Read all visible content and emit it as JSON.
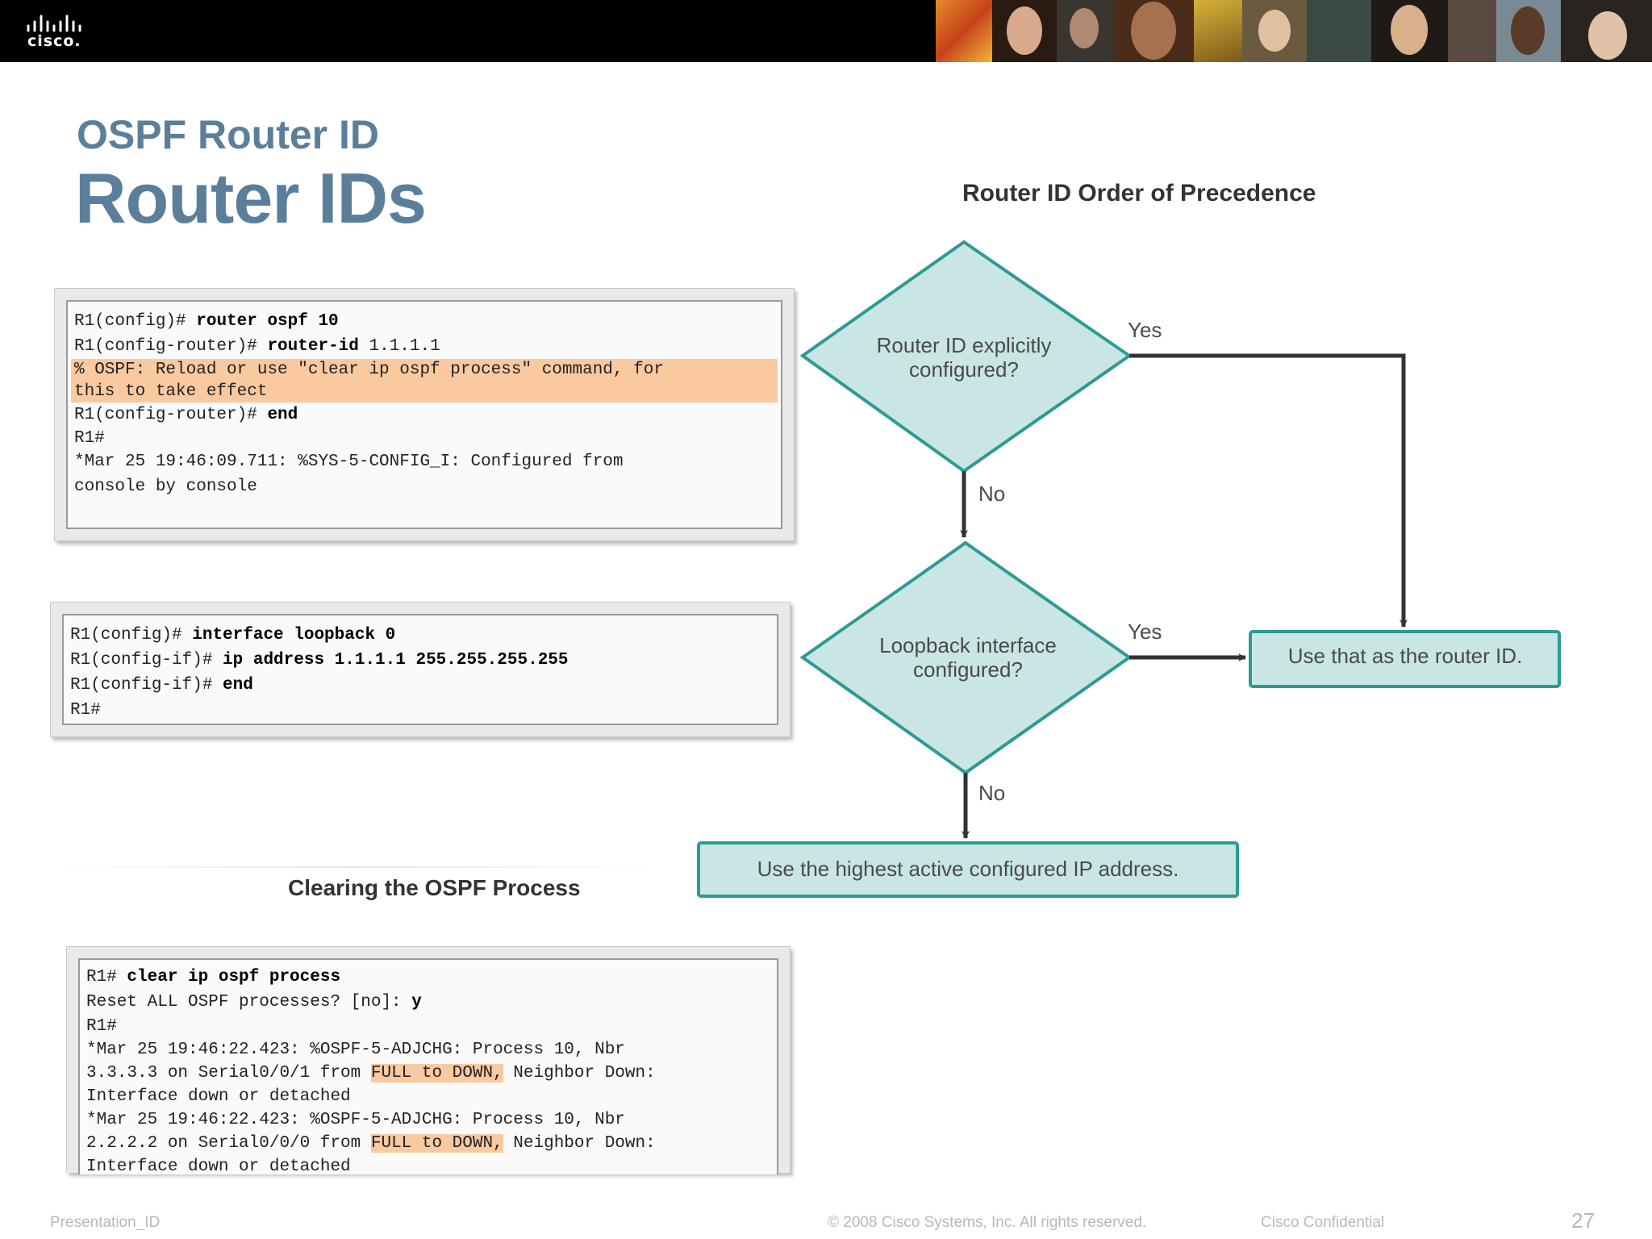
{
  "header": {
    "logo_text": "cisco.",
    "logo_color": "#ffffff",
    "bar_color": "#000000"
  },
  "slide": {
    "subtitle": "OSPF Router ID",
    "title": "Router IDs",
    "accent_color": "#5b7f9a"
  },
  "cli_1": {
    "lines": [
      {
        "prompt": "R1(config)# ",
        "cmd": "router ospf 10"
      },
      {
        "prompt": "R1(config-router)# ",
        "cmd": "router-id ",
        "rest": "1.1.1.1"
      },
      {
        "text": "% OSPF: Reload or use \"clear ip ospf process\" command, for"
      },
      {
        "text": "this to take effect"
      },
      {
        "prompt": "R1(config-router)# ",
        "cmd": "end"
      },
      {
        "text": "R1#"
      },
      {
        "text": "*Mar 25 19:46:09.711: %SYS-5-CONFIG_I: Configured from"
      },
      {
        "text": "console by console"
      }
    ]
  },
  "cli_2": {
    "lines": [
      {
        "prompt": "R1(config)# ",
        "cmd": "interface loopback 0"
      },
      {
        "prompt": "R1(config-if)# ",
        "cmd": "ip address 1.1.1.1 255.255.255.255"
      },
      {
        "prompt": "R1(config-if)# ",
        "cmd": "end"
      },
      {
        "text": "R1#"
      }
    ]
  },
  "caption": "Clearing the OSPF Process",
  "cli_3": {
    "lines": [
      {
        "prompt": "R1# ",
        "cmd": "clear ip ospf process"
      },
      {
        "prompt": "Reset ALL OSPF processes? [no]: ",
        "cmd": "y"
      },
      {
        "text": "R1#"
      },
      {
        "text": "*Mar 25 19:46:22.423: %OSPF-5-ADJCHG: Process 10, Nbr"
      },
      {
        "pre": "3.3.3.3 on Serial0/0/1 from ",
        "hl": "FULL to DOWN,",
        "post": " Neighbor Down:"
      },
      {
        "text": "Interface down or detached"
      },
      {
        "text": "*Mar 25 19:46:22.423: %OSPF-5-ADJCHG: Process 10, Nbr"
      },
      {
        "pre": "2.2.2.2 on Serial0/0/0 from ",
        "hl": "FULL to DOWN,",
        "post": " Neighbor Down:"
      },
      {
        "text": "Interface down or detached"
      }
    ],
    "highlight_color": "#fbc9a0"
  },
  "diagram": {
    "title": "Router ID Order of Precedence",
    "decision_1": {
      "line1": "Router ID explicitly",
      "line2": "configured?"
    },
    "decision_2": {
      "line1": "Loopback interface",
      "line2": "configured?"
    },
    "result_right": "Use that as the router ID.",
    "result_bottom": "Use the highest active configured IP address.",
    "edge_labels": {
      "yes_1": "Yes",
      "no_1": "No",
      "yes_2": "Yes",
      "no_2": "No"
    },
    "node_fill": "#c9e6e4",
    "node_stroke": "#2e9a95",
    "arrow_color": "#333333"
  },
  "footer": {
    "left": "Presentation_ID",
    "center": "© 2008 Cisco Systems, Inc. All rights reserved.",
    "right": "Cisco Confidential",
    "page": "27"
  }
}
